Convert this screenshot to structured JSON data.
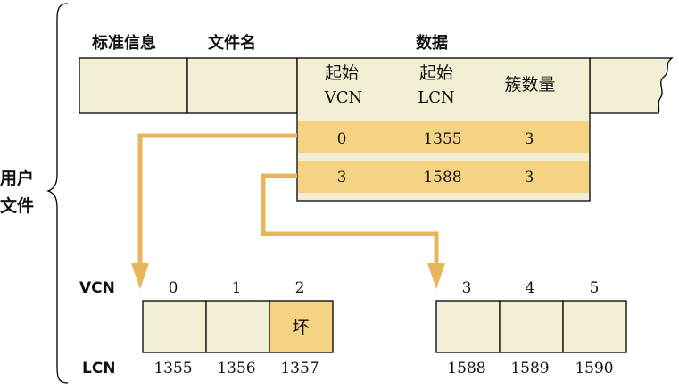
{
  "side_label": {
    "line1": "用户",
    "line2": "文件"
  },
  "headers": {
    "std_info": "标准信息",
    "filename": "文件名",
    "data": "数据"
  },
  "columns": {
    "start_vcn": [
      "起始",
      "VCN"
    ],
    "start_lcn": [
      "起始",
      "LCN"
    ],
    "cluster_count": "簇数量"
  },
  "runs": [
    {
      "vcn": "0",
      "lcn": "1355",
      "count": "3"
    },
    {
      "vcn": "3",
      "lcn": "1588",
      "count": "3"
    }
  ],
  "row_labels": {
    "vcn": "VCN",
    "lcn": "LCN"
  },
  "group1": {
    "vcn": [
      "0",
      "1",
      "2"
    ],
    "lcn": [
      "1355",
      "1356",
      "1357"
    ],
    "bad_label": "坏"
  },
  "group2": {
    "vcn": [
      "3",
      "4",
      "5"
    ],
    "lcn": [
      "1588",
      "1589",
      "1590"
    ]
  },
  "colors": {
    "cell_fill": "#f2efd4",
    "highlight": "#f6d383",
    "arrow": "#e8b55a",
    "border": "#000000"
  }
}
